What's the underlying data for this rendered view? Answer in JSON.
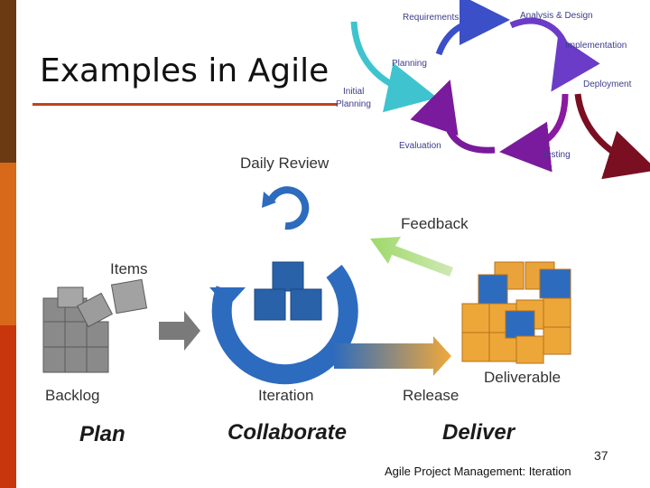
{
  "slide": {
    "title": "Examples in Agile",
    "page_number": "37",
    "sidebar_colors": [
      "#6b3a12",
      "#d8681a",
      "#c8360e"
    ]
  },
  "cycle": {
    "requirements": "Requirements",
    "analysis_design": "Analysis & Design",
    "implementation": "Implementation",
    "deployment": "Deployment",
    "testing": "Testing",
    "evaluation": "Evaluation",
    "planning": "Planning",
    "initial_planning_1": "Initial",
    "initial_planning_2": "Planning"
  },
  "iteration": {
    "daily_review": "Daily Review",
    "items": "Items",
    "feedback": "Feedback",
    "backlog": "Backlog",
    "iteration": "Iteration",
    "release": "Release",
    "deliverable": "Deliverable",
    "plan": "Plan",
    "collaborate": "Collaborate",
    "deliver": "Deliver",
    "caption": "Agile Project Management: Iteration"
  }
}
